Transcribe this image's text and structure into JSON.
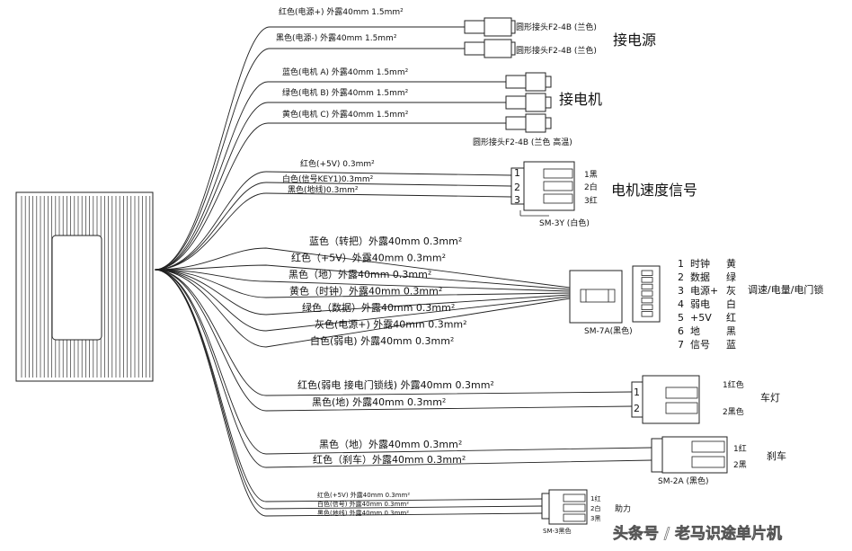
{
  "power": {
    "wire1": "红色(电源+) 外露40mm 1.5mm²",
    "wire2": "黑色(电源-) 外露40mm 1.5mm²",
    "conn1": "圆形接头F2-4B (兰色)",
    "conn2": "圆形接头F2-4B (兰色)",
    "title": "接电源"
  },
  "motor": {
    "wire1": "蓝色(电机 A) 外露40mm 1.5mm²",
    "wire2": "绿色(电机 B) 外露40mm 1.5mm²",
    "wire3": "黄色(电机 C) 外露40mm 1.5mm²",
    "title": "接电机",
    "conn": "圆形接头F2-4B (兰色 高温)"
  },
  "speed": {
    "wire1": "红色(+5V) 0.3mm²",
    "wire2": "白色(信号KEY1)0.3mm²",
    "wire3": "黑色(地线)0.3mm²",
    "pin1": "1",
    "pin2": "2",
    "pin3": "3",
    "pinlabel1": "1黑",
    "pinlabel2": "2白",
    "pinlabel3": "3红",
    "title": "电机速度信号",
    "conn": "SM-3Y (白色)"
  },
  "throttle": {
    "wires": [
      "蓝色（转把）外露40mm 0.3mm²",
      "红色（+5V）外露40mm 0.3mm²",
      "黑色（地）外露40mm 0.3mm²",
      "黄色（时钟）外露40mm 0.3mm²",
      "绿色（数据）外露40mm 0.3mm²",
      "灰色(电源+) 外露40mm 0.3mm²",
      "白色(弱电)  外露40mm 0.3mm²"
    ],
    "conn": "SM-7A(黑色)",
    "pins": [
      {
        "num": "1",
        "name": "时钟",
        "color": "黄"
      },
      {
        "num": "2",
        "name": "数据",
        "color": "绿"
      },
      {
        "num": "3",
        "name": "电源+",
        "color": "灰"
      },
      {
        "num": "4",
        "name": "弱电",
        "color": "白"
      },
      {
        "num": "5",
        "name": "+5V",
        "color": "红"
      },
      {
        "num": "6",
        "name": "地",
        "color": "黑"
      },
      {
        "num": "7",
        "name": "信号",
        "color": "蓝"
      }
    ],
    "title": "调速/电量/电门锁"
  },
  "headlight": {
    "wire1": "红色(弱电 接电门锁线) 外露40mm 0.3mm²",
    "wire2": "黑色(地) 外露40mm 0.3mm²",
    "pin1": "1",
    "pin2": "2",
    "pinlabel1": "1红色",
    "pinlabel2": "2黑色",
    "title": "车灯"
  },
  "brake": {
    "wire1": "黑色（地）外露40mm  0.3mm²",
    "wire2": "红色（刹车）外露40mm  0.3mm²",
    "pinlabel1": "1红",
    "pinlabel2": "2黑",
    "conn": "SM-2A (黑色)",
    "title": "刹车"
  },
  "assist": {
    "wire1": "红色(+5V) 外露40mm  0.3mm²",
    "wire2": "白色(信号) 外露40mm  0.3mm²",
    "wire3": "黑色(地线) 外露40mm  0.3mm²",
    "pinlabel1": "1红",
    "pinlabel2": "2白",
    "pinlabel3": "3黑",
    "conn": "SM-3黑色",
    "title": "助力"
  },
  "watermark": "头条号 / 老马识途单片机"
}
